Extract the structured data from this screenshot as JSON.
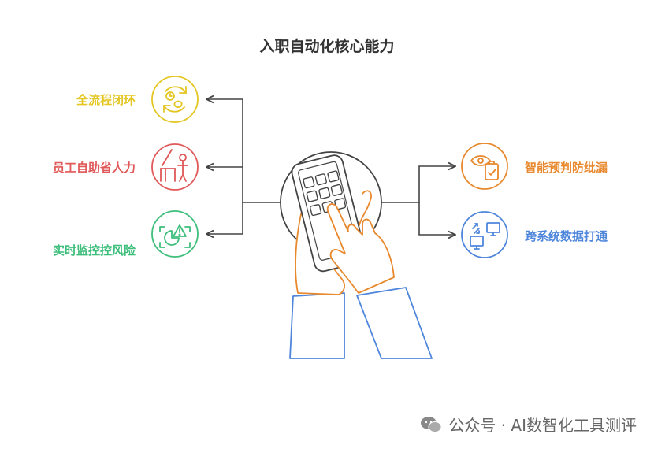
{
  "title": "入职自动化核心能力",
  "left_items": [
    {
      "label": "全流程闭环",
      "color": "#E4C622",
      "icon": "clock-cycle-icon"
    },
    {
      "label": "员工自助省人力",
      "color": "#E05858",
      "icon": "self-service-desk-icon"
    },
    {
      "label": "实时监控控风险",
      "color": "#3DBE7B",
      "icon": "risk-monitor-icon"
    }
  ],
  "right_items": [
    {
      "label": "智能预判防纰漏",
      "color": "#E8892E",
      "icon": "eye-checklist-icon"
    },
    {
      "label": "跨系统数据打通",
      "color": "#4E86DB",
      "icon": "system-sync-icon"
    }
  ],
  "center_icon": "hands-phone-icon",
  "watermark": "公众号 · AI数智化工具测评"
}
